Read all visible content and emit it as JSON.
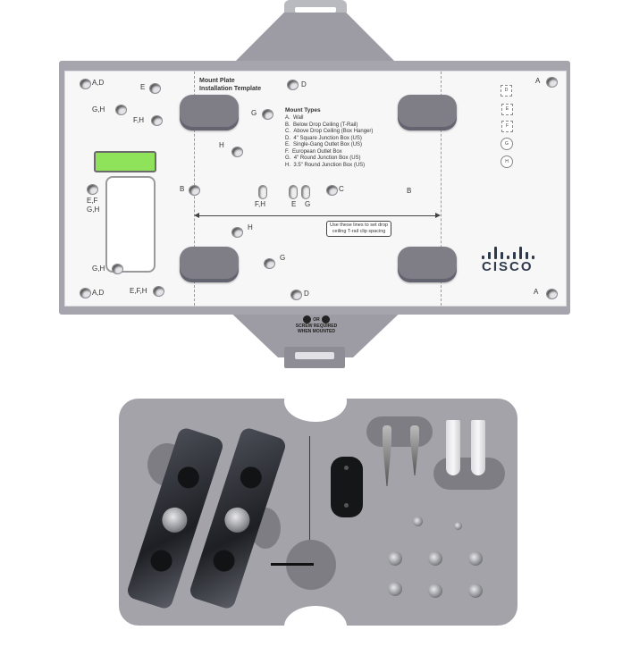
{
  "product": {
    "brand": "CISCO",
    "description": "Access point mounting kit: mount plate with installation template and foam tray of hardware"
  },
  "mount_plate": {
    "title_line1": "Mount Plate",
    "title_line2": "Installation Template",
    "mount_types_title": "Mount Types",
    "mount_types": [
      {
        "key": "A.",
        "label": "Wall"
      },
      {
        "key": "B.",
        "label": "Below Drop Ceiling (T-Rail)"
      },
      {
        "key": "C.",
        "label": "Above Drop Ceiling (Box Hanger)"
      },
      {
        "key": "D.",
        "label": "4\" Square Junction Box (US)"
      },
      {
        "key": "E.",
        "label": "Single-Gang Outlet Box (US)"
      },
      {
        "key": "F.",
        "label": "European Outlet Box"
      },
      {
        "key": "G.",
        "label": "4\" Round Junction Box (US)"
      },
      {
        "key": "H.",
        "label": "3.5\" Round Junction Box (US)"
      }
    ],
    "hole_labels": {
      "ad_top": "A,D",
      "e_top": "E",
      "gh_top": "G,H",
      "fh_top": "F,H",
      "efgh_line1": "E,F",
      "efgh_line2": "G,H",
      "gh_bottom": "G,H",
      "ad_bottom": "A,D",
      "efh_bottom": "E,F,H",
      "d_top": "D",
      "g_mid": "G",
      "h_upper": "H",
      "b_left": "B",
      "fh_mid": "F,H",
      "e_mid": "E",
      "g_mid2": "G",
      "c_mid": "C",
      "b_right": "B",
      "h_lower": "H",
      "g_lower": "G",
      "d_bottom": "D",
      "a_top_right": "A",
      "a_bottom_right": "A"
    },
    "rail_note_line1": "Use these lines to set drop",
    "rail_note_line2": "ceiling T-rail clip spacing",
    "legend_keys": [
      "D",
      "E",
      "F",
      "G",
      "H"
    ],
    "screw_note_or": "OR",
    "screw_note_line1": "SCREW REQUIRED",
    "screw_note_line2": "WHEN MOUNTED"
  },
  "tray_contents": {
    "brackets": 2,
    "hex_key": 1,
    "keyhole_bracket": 1,
    "long_screws": 2,
    "wall_anchors": 2,
    "small_screws": 2,
    "machine_screws": 6
  },
  "colors": {
    "plate_white": "#f7f7f8",
    "frame_gray": "#a6a5ad",
    "pad_gray": "#7f7e87",
    "foam_gray": "#a4a3a9",
    "level_green": "#8fe35a",
    "cisco_blue": "#2f3b4c"
  }
}
